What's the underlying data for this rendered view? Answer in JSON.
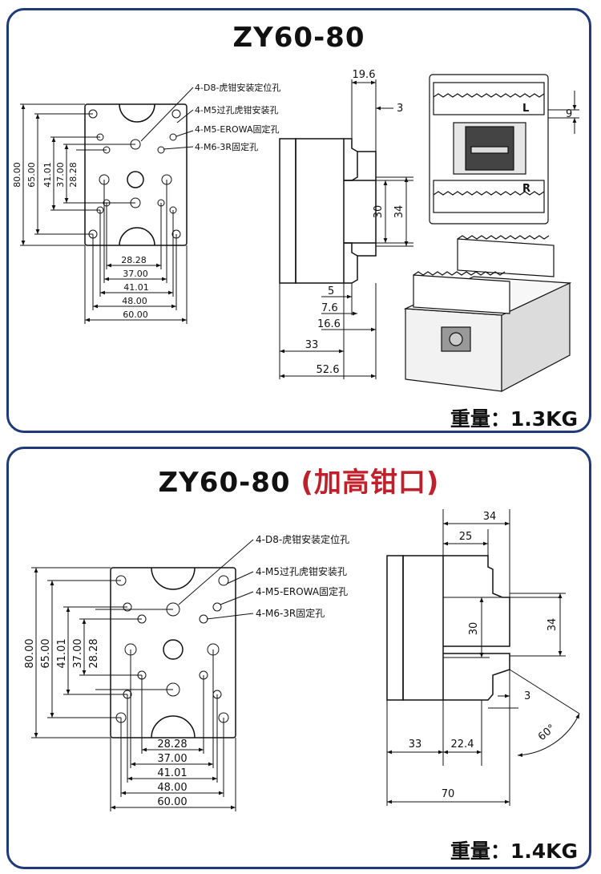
{
  "panel1": {
    "title": "ZY60-80",
    "weight": "重量：1.3KG",
    "callouts": [
      "4-D8-虎钳安装定位孔",
      "4-M5过孔虎钳安装孔",
      "4-M5-EROWA固定孔",
      "4-M6-3R固定孔"
    ],
    "vdims": [
      "80.00",
      "65.00",
      "41.01",
      "37.00",
      "28.28"
    ],
    "hdims": [
      "28.28",
      "37.00",
      "41.01",
      "48.00",
      "60.00"
    ],
    "side_dims": {
      "top": "19.6",
      "step": "3",
      "inner": "30",
      "outer": "34",
      "d5": "5",
      "d76": "7.6",
      "d166": "16.6",
      "d33": "33",
      "d526": "52.6"
    },
    "jaw_dim": "9",
    "jaw_labels": [
      "L",
      "R"
    ]
  },
  "panel2": {
    "title": "ZY60-80",
    "title_suffix": "(加高钳口)",
    "weight": "重量：1.4KG",
    "callouts": [
      "4-D8-虎钳安装定位孔",
      "4-M5过孔虎钳安装孔",
      "4-M5-EROWA固定孔",
      "4-M6-3R固定孔"
    ],
    "vdims": [
      "80.00",
      "65.00",
      "41.01",
      "37.00",
      "28.28"
    ],
    "hdims": [
      "28.28",
      "37.00",
      "41.01",
      "48.00",
      "60.00"
    ],
    "side_dims": {
      "top": "34",
      "top2": "25",
      "inner": "30",
      "outer": "34",
      "step": "3",
      "d33": "33",
      "d224": "22.4",
      "d70": "70",
      "angle": "60°"
    }
  },
  "colors": {
    "frame": "#1e3a78",
    "accent": "#c0202a",
    "line": "#111111"
  }
}
